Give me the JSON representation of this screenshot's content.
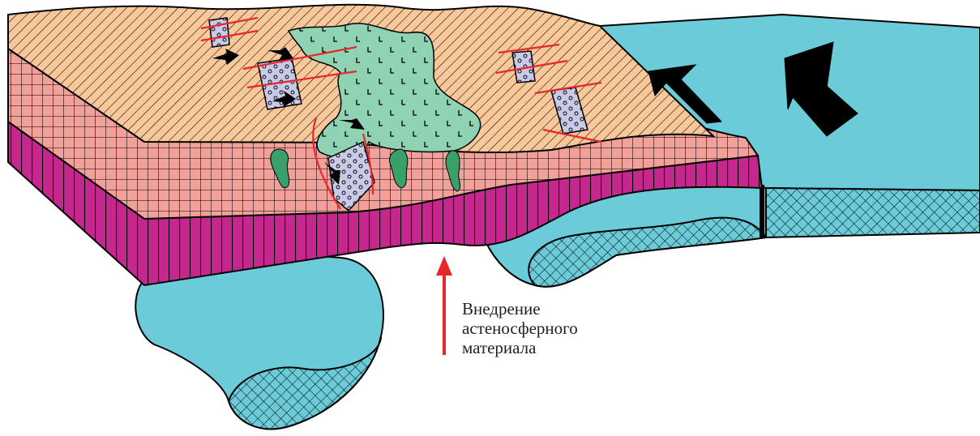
{
  "annotation": {
    "lines": [
      "Внедрение",
      "астеносферного",
      "материала"
    ]
  },
  "colors": {
    "sediment_orange": "#f9c89a",
    "crust_pink": "#f2a09a",
    "mantle_magenta": "#c6278f",
    "ocean_plate_cyan": "#6ccbd8",
    "green_intrusion": "#8fd3b3",
    "dark_green_body": "#3aa06a",
    "lavender_block": "#c9c9e8",
    "fault_red": "#e8262b",
    "asthenosphere_arrow_red": "#e8262b",
    "outline": "#000000"
  },
  "icons": [
    "up-arrow-icon",
    "slip-arrow-icon",
    "plate-motion-arrow-icon"
  ]
}
